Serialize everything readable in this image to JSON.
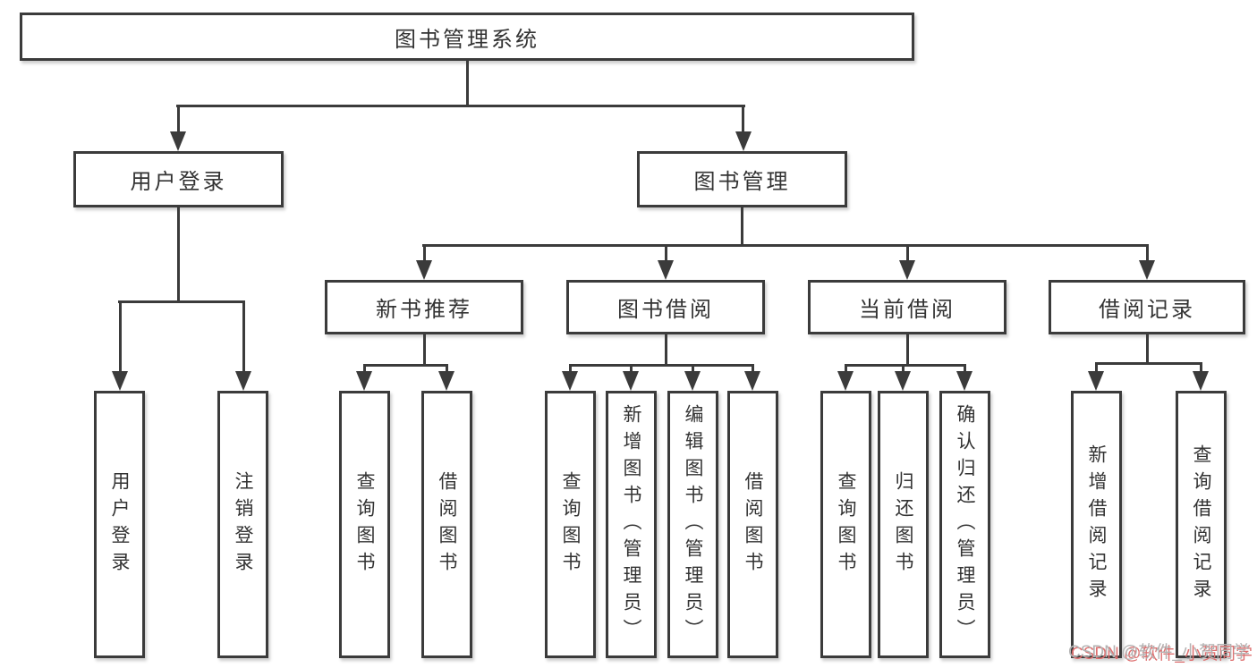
{
  "tree": {
    "label": "图书管理系统",
    "children": [
      {
        "label": "用户登录",
        "children": [
          {
            "label": "用户登录"
          },
          {
            "label": "注销登录"
          }
        ]
      },
      {
        "label": "图书管理",
        "children": [
          {
            "label": "新书推荐",
            "children": [
              {
                "label": "查询图书"
              },
              {
                "label": "借阅图书"
              }
            ]
          },
          {
            "label": "图书借阅",
            "children": [
              {
                "label": "查询图书"
              },
              {
                "label": "新增图书（管理员）"
              },
              {
                "label": "编辑图书（管理员）"
              },
              {
                "label": "借阅图书"
              }
            ]
          },
          {
            "label": "当前借阅",
            "children": [
              {
                "label": "查询图书"
              },
              {
                "label": "归还图书"
              },
              {
                "label": "确认归还（管理员）"
              }
            ]
          },
          {
            "label": "借阅记录",
            "children": [
              {
                "label": "新增借阅记录"
              },
              {
                "label": "查询借阅记录"
              }
            ]
          }
        ]
      }
    ]
  },
  "watermark": {
    "text": "CSDN @软件_小贺同学"
  },
  "colors": {
    "line": "#3b3b3b",
    "text": "#333333",
    "box_bg": "#ffffff",
    "watermark_gray": "#b3b3b3",
    "watermark_red": "#de7070"
  }
}
